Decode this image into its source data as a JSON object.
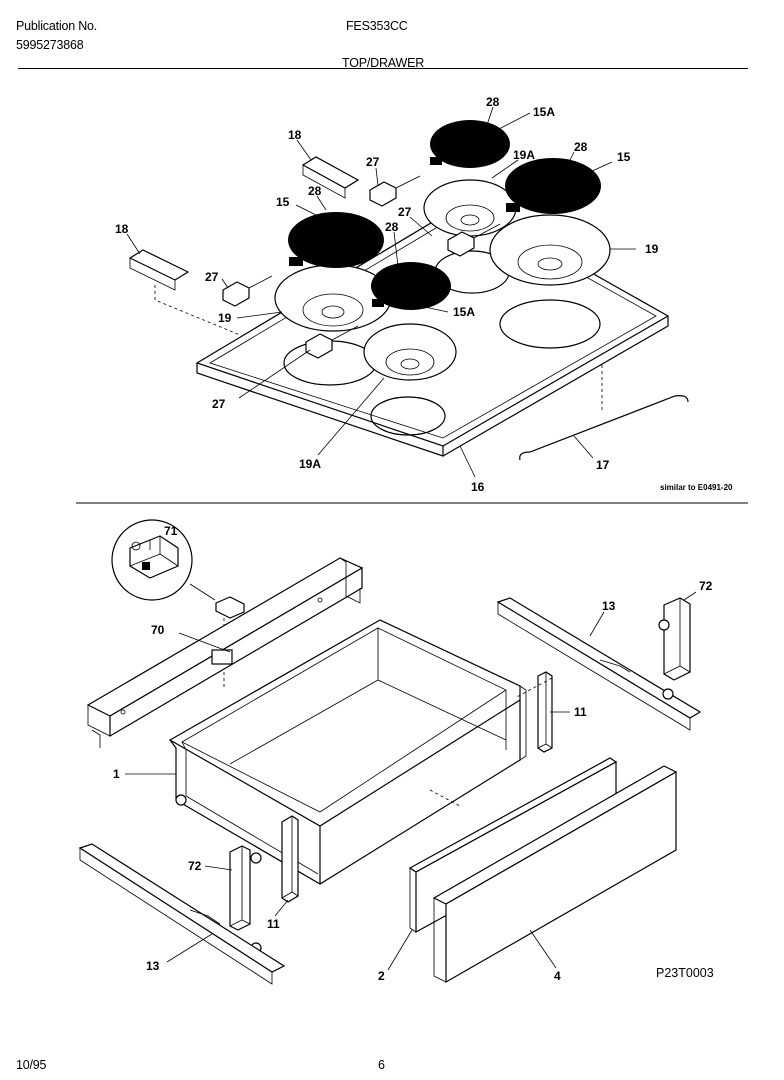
{
  "header": {
    "pub_label": "Publication No.",
    "pub_number": "5995273868",
    "model": "FES353CC",
    "section": "TOP/DRAWER"
  },
  "footer": {
    "date": "10/95",
    "page": "6"
  },
  "top_diagram": {
    "note": "similar to E0491-20",
    "callouts": [
      "28",
      "15A",
      "18",
      "27",
      "19A",
      "28",
      "15",
      "15",
      "28",
      "27",
      "18",
      "28",
      "19",
      "27",
      "19",
      "15A",
      "27",
      "19A",
      "16",
      "17"
    ]
  },
  "bottom_diagram": {
    "code": "P23T0003",
    "callouts": [
      "71",
      "72",
      "13",
      "70",
      "11",
      "1",
      "72",
      "11",
      "2",
      "4",
      "13"
    ]
  }
}
